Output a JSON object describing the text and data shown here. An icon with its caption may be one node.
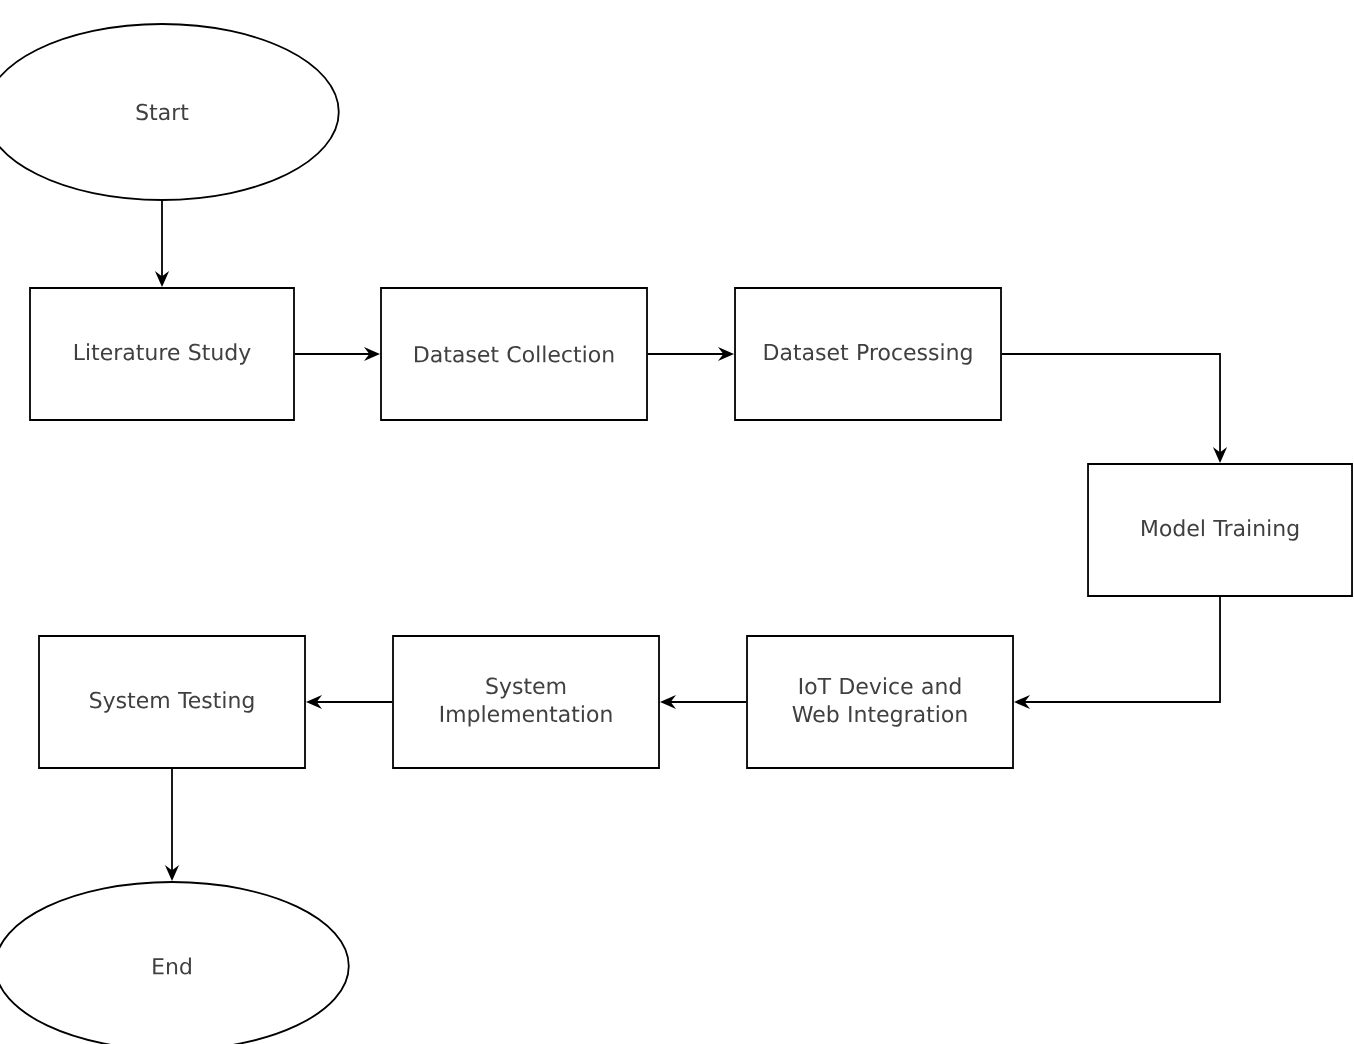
{
  "diagram": {
    "nodes": [
      {
        "text": [
          "Start"
        ]
      },
      {
        "text": [
          "Literature Study"
        ]
      },
      {
        "text": [
          "Dataset Collection"
        ]
      },
      {
        "text": [
          "Dataset Processing"
        ]
      },
      {
        "text": [
          "Model Training"
        ]
      },
      {
        "text": [
          "IoT Device and Web Integration"
        ]
      },
      {
        "text": [
          "System Implementation"
        ]
      },
      {
        "text": [
          "System Testing"
        ]
      },
      {
        "text": [
          "End"
        ]
      }
    ],
    "edges": [
      {
        "from": 0,
        "to": 1,
        "arrow": "to"
      },
      {
        "from": 1,
        "to": 2,
        "arrow": "to"
      },
      {
        "from": 2,
        "to": 3,
        "arrow": "to"
      },
      {
        "from": 3,
        "to": 4,
        "arrow": "to"
      },
      {
        "from": 4,
        "to": 5,
        "arrow": "to"
      },
      {
        "from": 5,
        "to": 6,
        "arrow": "to"
      },
      {
        "from": 6,
        "to": 7,
        "arrow": "to"
      },
      {
        "from": 7,
        "to": 8,
        "arrow": "to"
      }
    ]
  }
}
